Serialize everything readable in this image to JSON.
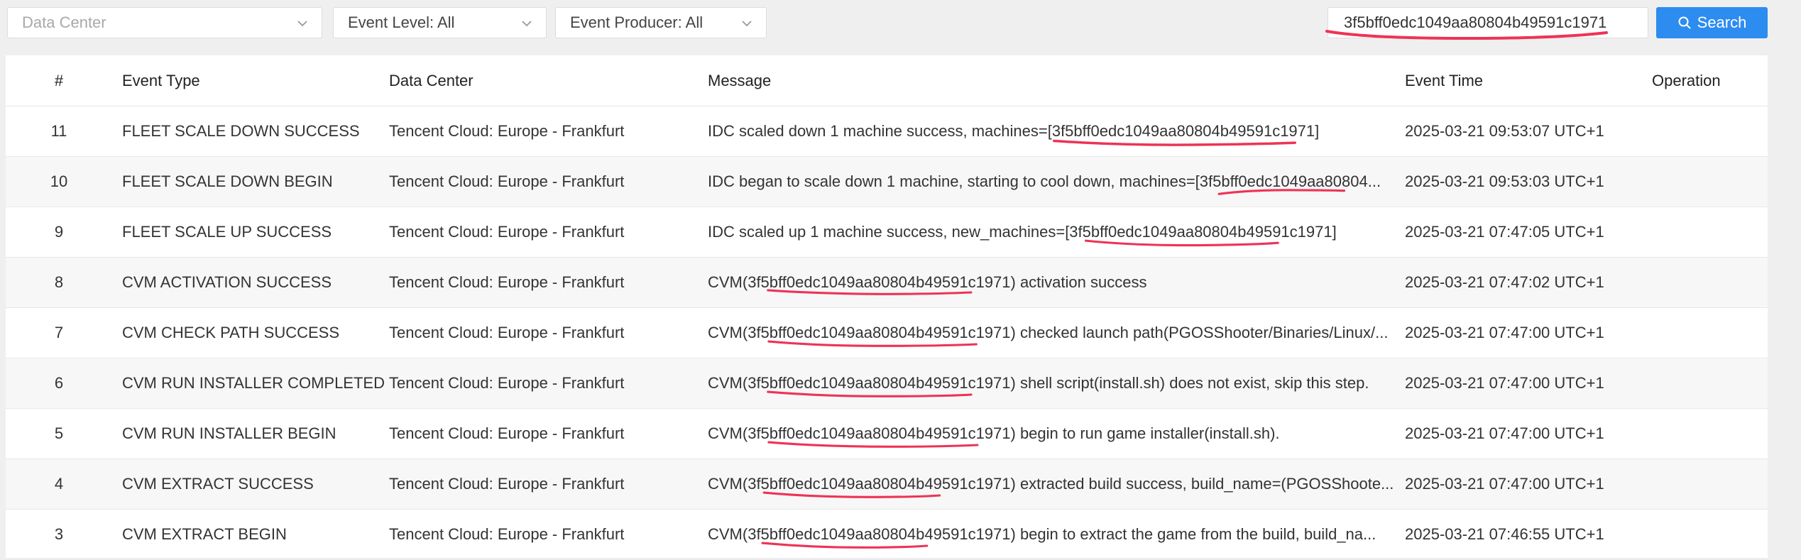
{
  "filters": {
    "data_center_placeholder": "Data Center",
    "event_level": "Event Level: All",
    "event_producer": "Event Producer: All"
  },
  "search": {
    "value": "3f5bff0edc1049aa80804b49591c1971",
    "button_label": "Search"
  },
  "table": {
    "headers": [
      "#",
      "Event Type",
      "Data Center",
      "Message",
      "Event Time",
      "Operation"
    ],
    "rows": [
      {
        "num": "11",
        "type": "FLEET SCALE DOWN SUCCESS",
        "dc": "Tencent Cloud: Europe - Frankfurt",
        "msg": "IDC scaled down 1 machine success, machines=[3f5bff0edc1049aa80804b49591c1971]",
        "time": "2025-03-21 09:53:07 UTC+1"
      },
      {
        "num": "10",
        "type": "FLEET SCALE DOWN BEGIN",
        "dc": "Tencent Cloud: Europe - Frankfurt",
        "msg": "IDC began to scale down 1 machine, starting to cool down, machines=[3f5bff0edc1049aa80804...",
        "time": "2025-03-21 09:53:03 UTC+1"
      },
      {
        "num": "9",
        "type": "FLEET SCALE UP SUCCESS",
        "dc": "Tencent Cloud: Europe - Frankfurt",
        "msg": "IDC scaled up 1 machine success, new_machines=[3f5bff0edc1049aa80804b49591c1971]",
        "time": "2025-03-21 07:47:05 UTC+1"
      },
      {
        "num": "8",
        "type": "CVM ACTIVATION SUCCESS",
        "dc": "Tencent Cloud: Europe - Frankfurt",
        "msg": "CVM(3f5bff0edc1049aa80804b49591c1971) activation success",
        "time": "2025-03-21 07:47:02 UTC+1"
      },
      {
        "num": "7",
        "type": "CVM CHECK PATH SUCCESS",
        "dc": "Tencent Cloud: Europe - Frankfurt",
        "msg": "CVM(3f5bff0edc1049aa80804b49591c1971) checked launch path(PGOSShooter/Binaries/Linux/...",
        "time": "2025-03-21 07:47:00 UTC+1"
      },
      {
        "num": "6",
        "type": "CVM RUN INSTALLER COMPLETED",
        "dc": "Tencent Cloud: Europe - Frankfurt",
        "msg": "CVM(3f5bff0edc1049aa80804b49591c1971) shell script(install.sh) does not exist, skip this step.",
        "time": "2025-03-21 07:47:00 UTC+1"
      },
      {
        "num": "5",
        "type": "CVM RUN INSTALLER BEGIN",
        "dc": "Tencent Cloud: Europe - Frankfurt",
        "msg": "CVM(3f5bff0edc1049aa80804b49591c1971) begin to run game installer(install.sh).",
        "time": "2025-03-21 07:47:00 UTC+1"
      },
      {
        "num": "4",
        "type": "CVM EXTRACT SUCCESS",
        "dc": "Tencent Cloud: Europe - Frankfurt",
        "msg": "CVM(3f5bff0edc1049aa80804b49591c1971) extracted build success, build_name=(PGOSShoote...",
        "time": "2025-03-21 07:47:00 UTC+1"
      },
      {
        "num": "3",
        "type": "CVM EXTRACT BEGIN",
        "dc": "Tencent Cloud: Europe - Frankfurt",
        "msg": "CVM(3f5bff0edc1049aa80804b49591c1971) begin to extract the game from the build, build_na...",
        "time": "2025-03-21 07:46:55 UTC+1"
      }
    ]
  },
  "colors": {
    "primary": "#2d8cf0",
    "annotation_red": "#ee3355"
  },
  "icons": [
    "chevron-down-icon",
    "search-icon"
  ]
}
